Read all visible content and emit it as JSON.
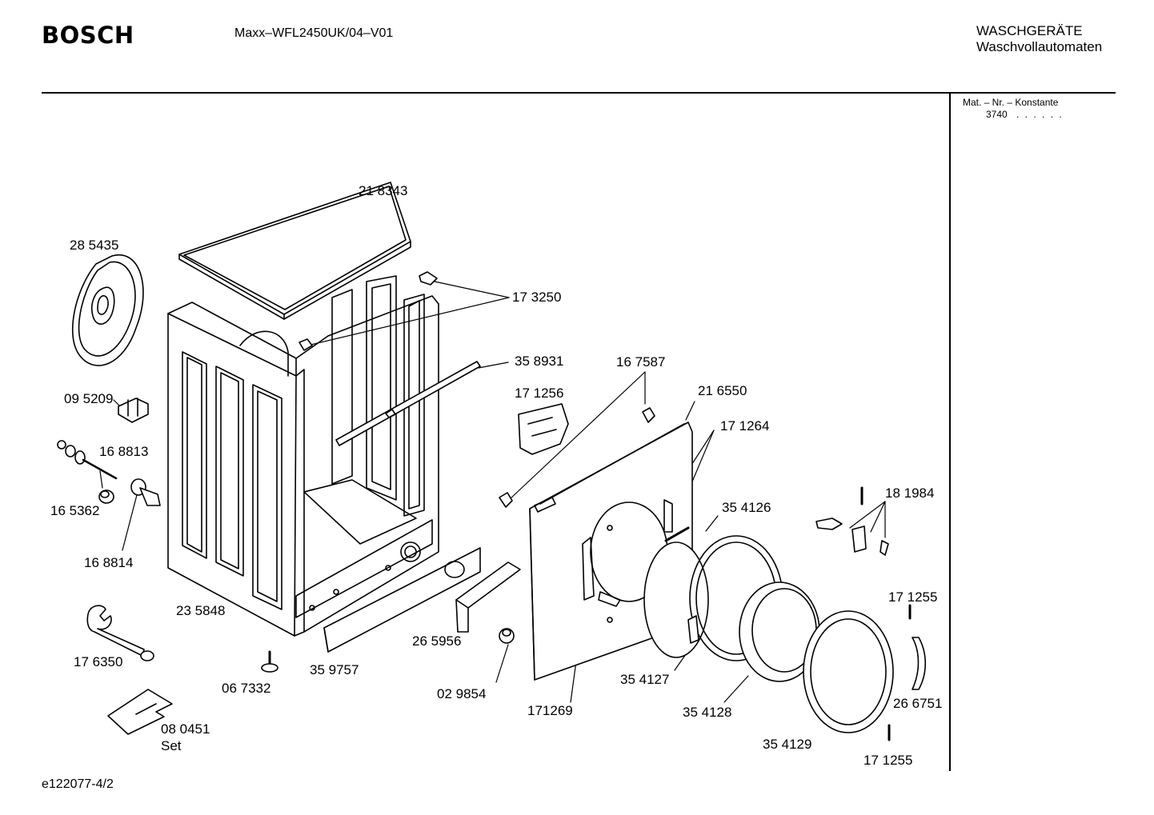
{
  "header": {
    "brand": "BOSCH",
    "model": "Maxx–WFL2450UK/04–V01",
    "category_line1": "WASCHGERÄTE",
    "category_line2": "Waschvollautomaten"
  },
  "side_panel": {
    "mat_label": "Mat. – Nr. – Konstante",
    "mat_value": "3740",
    "mat_dots": ". .  . . . ."
  },
  "footer": {
    "doc_id": "e122077-4/2"
  },
  "part_labels": [
    "21 8343",
    "28 5435",
    "17 3250",
    "35 8931",
    "16 7587",
    "17 1256",
    "21 6550",
    "09 5209",
    "17 1264",
    "16 8813",
    "35 4126",
    "18 1984",
    "16 5362",
    "16 8814",
    "17 1255",
    "23 5848",
    "26 5956",
    "17 6350",
    "35 9757",
    "35 4127",
    "06 7332",
    "02 9854",
    "26 6751",
    "171269",
    "35 4128",
    "08 0451",
    "Set",
    "35 4129",
    "17 1255"
  ]
}
